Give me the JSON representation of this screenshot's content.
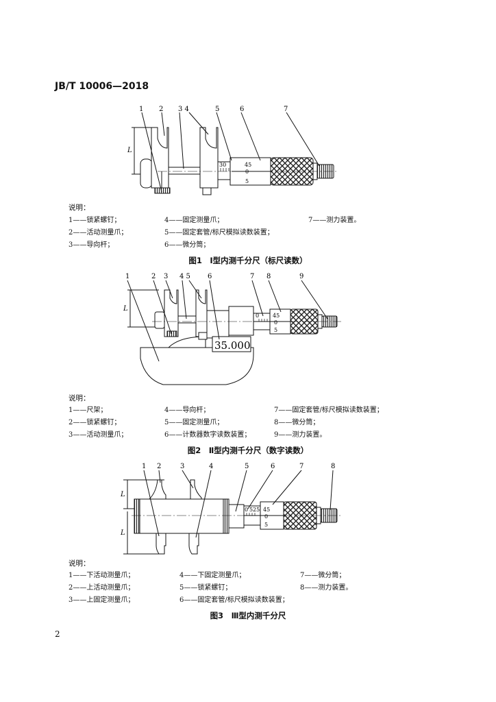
{
  "header": {
    "standard_no": "JB/T 10006—2018"
  },
  "page_number": "2",
  "figures": [
    {
      "callouts": [
        "1",
        "2",
        "3 4",
        "5",
        "6",
        "7"
      ],
      "dimension_label": "L",
      "scale_marks": [
        "30",
        "45",
        "0",
        "5"
      ],
      "legend_title": "说明：",
      "legend": [
        "1——锁紧螺钉；",
        "2——活动测量爪；",
        "3——导向杆；",
        "4——固定测量爪；",
        "5——固定套管/标尺模拟读数装置；",
        "6——微分筒；",
        "7——测力装置。"
      ],
      "caption": "图1　Ⅰ型内测千分尺（标尺读数）"
    },
    {
      "callouts": [
        "1",
        "2",
        "3",
        "4 5",
        "6",
        "7",
        "8",
        "9"
      ],
      "dimension_label": "L",
      "display_value": "35.000",
      "scale_marks": [
        "0",
        "45",
        "0",
        "5"
      ],
      "legend_title": "说明：",
      "legend": [
        "1——尺架；",
        "2——锁紧螺钉；",
        "3——活动测量爪；",
        "4——导向杆；",
        "5——固定测量爪；",
        "6——计数器数字读数装置；",
        "7——固定套管/标尺模拟读数装置；",
        "8——微分筒；",
        "9——测力装置。"
      ],
      "caption": "图2　Ⅱ型内测千分尺（数字读数）"
    },
    {
      "callouts": [
        "1",
        "2",
        "3",
        "4",
        "5",
        "6",
        "7",
        "8"
      ],
      "dimension_labels": [
        "L",
        "L"
      ],
      "scale_marks": [
        "0",
        "5",
        "25",
        "45",
        "0",
        "5"
      ],
      "legend_title": "说明：",
      "legend": [
        "1——下活动测量爪；",
        "2——上活动测量爪；",
        "3——上固定测量爪；",
        "4——下固定测量爪；",
        "5——锁紧螺钉；",
        "6——固定套管/标尺模拟读数装置；",
        "7——微分筒；",
        "8——测力装置。"
      ],
      "caption": "图3　Ⅲ型内测千分尺"
    }
  ]
}
